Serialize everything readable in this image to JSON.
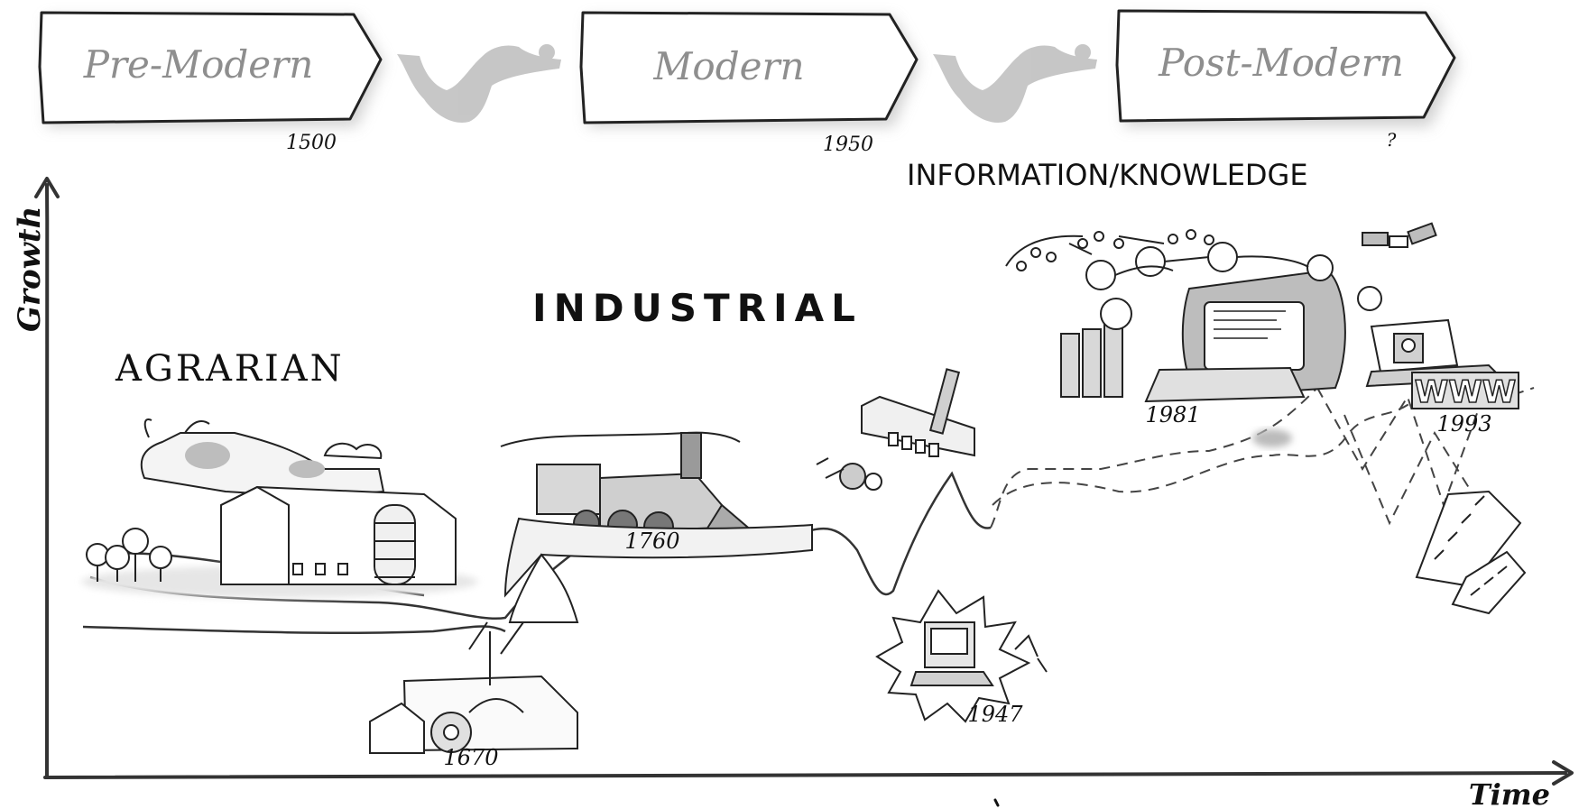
{
  "eras": [
    {
      "label": "Pre-Modern",
      "year": "1500"
    },
    {
      "label": "Modern",
      "year": "1950"
    },
    {
      "label": "Post-Modern",
      "year": "?"
    }
  ],
  "ages": {
    "agrarian": "AGRARIAN",
    "industrial": "INDUSTRIAL",
    "information": "INFORMATION/KNOWLEDGE"
  },
  "axes": {
    "y_label": "Growth",
    "x_label": "Time"
  },
  "milestones": [
    {
      "year": "1670"
    },
    {
      "year": "1760"
    },
    {
      "year": "1947"
    },
    {
      "year": "1981"
    },
    {
      "year": "1993"
    }
  ],
  "web_sign": "WWW"
}
